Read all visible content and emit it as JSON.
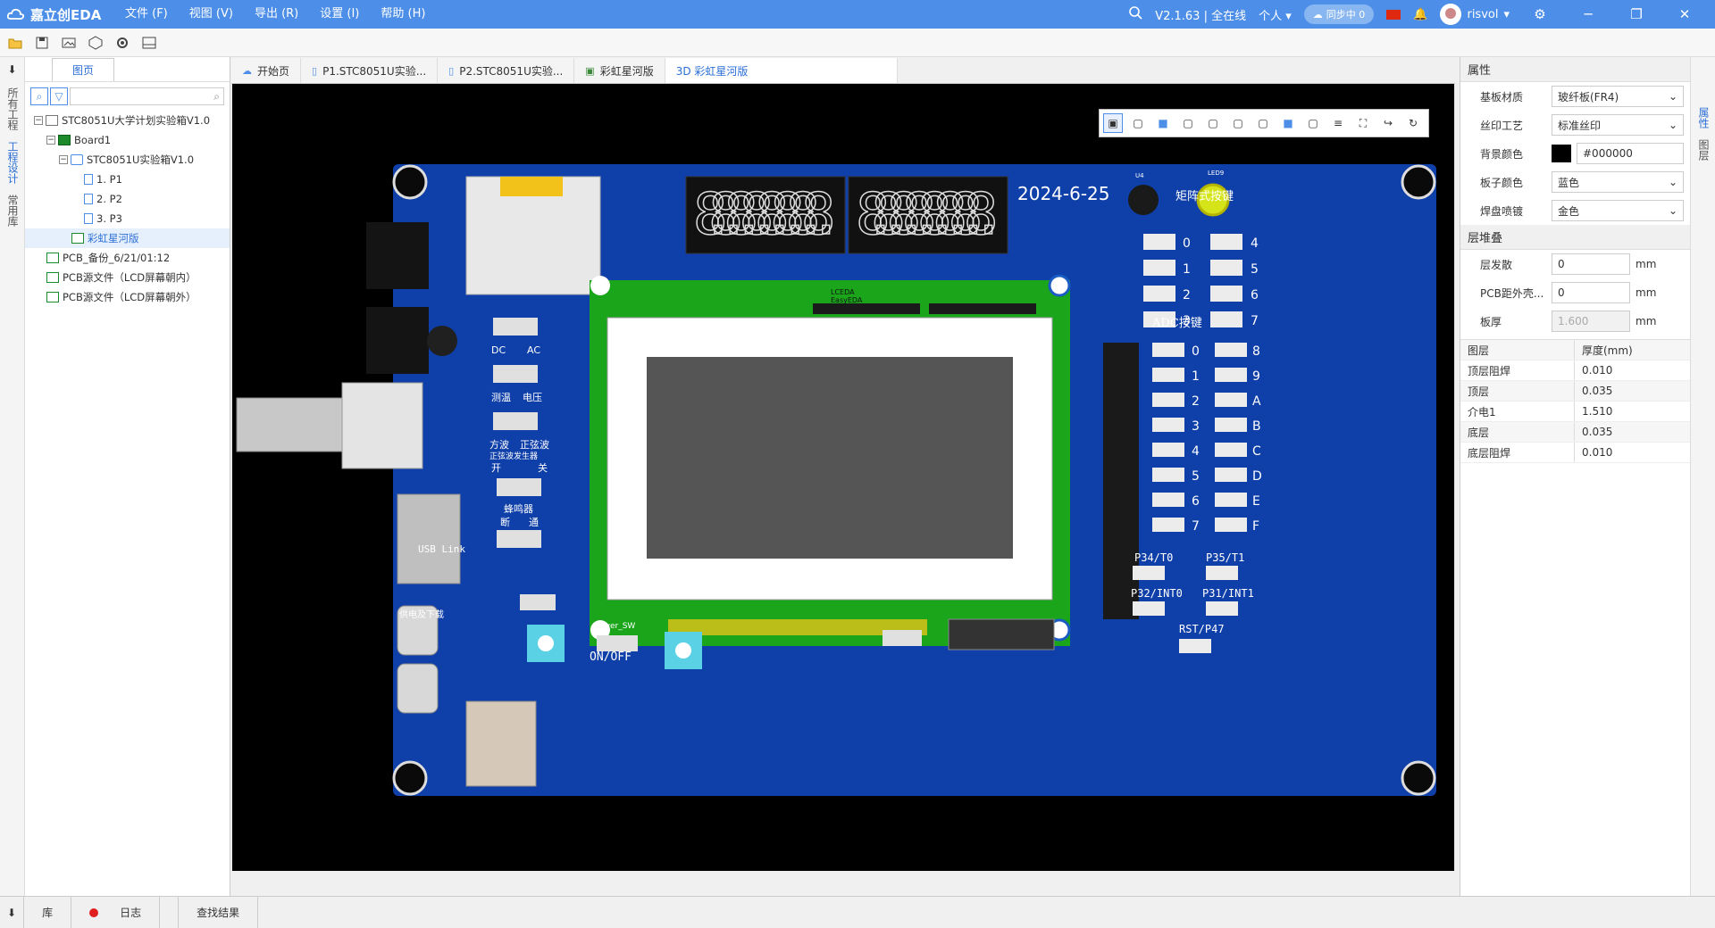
{
  "app": {
    "logo_text": "嘉立创EDA",
    "menus": [
      "文件 (F)",
      "视图 (V)",
      "导出 (R)",
      "设置 (I)",
      "帮助 (H)"
    ],
    "version": "V2.1.63 | 全在线",
    "workspace": "个人",
    "sync": "同步中 0",
    "username": "risvol"
  },
  "left_strip": [
    "所有工程",
    "工程设计",
    "常用库"
  ],
  "left_panel": {
    "tab": "图页",
    "tree": [
      {
        "label": "STC8051U大学计划实验箱V1.0",
        "icon": "project-icon",
        "level": 0
      },
      {
        "label": "Board1",
        "icon": "board-icon",
        "level": 1
      },
      {
        "label": "STC8051U实验箱V1.0",
        "icon": "schematic-icon",
        "level": 2
      },
      {
        "label": "1. P1",
        "icon": "page-icon",
        "level": 3
      },
      {
        "label": "2. P2",
        "icon": "page-icon",
        "level": 3
      },
      {
        "label": "3. P3",
        "icon": "page-icon",
        "level": 3
      },
      {
        "label": "彩虹星河版",
        "icon": "pcb-icon",
        "level": 2,
        "selected": true
      },
      {
        "label": "PCB_备份_6/21/01:12",
        "icon": "pcb-icon",
        "level": 1
      },
      {
        "label": "PCB源文件（LCD屏幕朝内）",
        "icon": "pcb-icon",
        "level": 1
      },
      {
        "label": "PCB源文件（LCD屏幕朝外）",
        "icon": "pcb-icon",
        "level": 1
      }
    ]
  },
  "tabs": [
    {
      "label": "开始页",
      "icon": "cloud"
    },
    {
      "label": "P1.STC8051U实验...",
      "icon": "doc"
    },
    {
      "label": "P2.STC8051U实验...",
      "icon": "doc"
    },
    {
      "label": "彩虹星河版",
      "icon": "pcb"
    },
    {
      "label": "3D 彩虹星河版",
      "icon": "3d",
      "active": true
    }
  ],
  "board": {
    "date": "2024-6-25",
    "segment_display": "8.8.8.8.8.8.8.8.",
    "labels": {
      "matrix_keys": "矩阵式按键",
      "adc_keys": "ADC按键",
      "power_sw": "Power_SW",
      "on_off": "ON/OFF",
      "usb_link": "USB Link",
      "supply": "供电及下载",
      "dc": "DC",
      "ac": "AC",
      "temp": "测温",
      "voltage": "电压",
      "square": "方波",
      "sine": "正弦波",
      "sine_gen": "正弦波发生器",
      "on": "开",
      "off": "关",
      "buzzer": "蜂鸣器",
      "cut": "断",
      "connect": "通",
      "p34": "P34/T0",
      "p35": "P35/T1",
      "p32": "P32/INT0",
      "p31": "P31/INT1",
      "rst": "RST/P47",
      "lceda": "LCEDA",
      "easyeda": "EasyEDA",
      "u4": "U4",
      "led9": "LED9"
    },
    "matrix_numbers_left": [
      "0",
      "1",
      "2",
      "3"
    ],
    "matrix_numbers_right": [
      "4",
      "5",
      "6",
      "7"
    ],
    "adc_left": [
      "0",
      "1",
      "2",
      "3",
      "4",
      "5",
      "6",
      "7"
    ],
    "adc_right": [
      "8",
      "9",
      "A",
      "B",
      "C",
      "D",
      "E",
      "F"
    ]
  },
  "properties": {
    "header": "属性",
    "rows": [
      {
        "label": "基板材质",
        "value": "玻纤板(FR4)",
        "type": "select"
      },
      {
        "label": "丝印工艺",
        "value": "标准丝印",
        "type": "select"
      },
      {
        "label": "背景颜色",
        "value": "#000000",
        "type": "color"
      },
      {
        "label": "板子颜色",
        "value": "蓝色",
        "type": "select"
      },
      {
        "label": "焊盘喷镀",
        "value": "金色",
        "type": "select"
      }
    ],
    "stack_header": "层堆叠",
    "stack_rows": [
      {
        "label": "层发散",
        "value": "0",
        "unit": "mm"
      },
      {
        "label": "PCB距外壳...",
        "value": "0",
        "unit": "mm"
      },
      {
        "label": "板厚",
        "value": "1.600",
        "unit": "mm",
        "disabled": true
      }
    ],
    "layer_table_headers": [
      "图层",
      "厚度(mm)"
    ],
    "layers": [
      {
        "name": "顶层阻焊",
        "thickness": "0.010"
      },
      {
        "name": "顶层",
        "thickness": "0.035"
      },
      {
        "name": "介电1",
        "thickness": "1.510"
      },
      {
        "name": "底层",
        "thickness": "0.035"
      },
      {
        "name": "底层阻焊",
        "thickness": "0.010"
      }
    ]
  },
  "right_strip": [
    "属性",
    "图层"
  ],
  "status": [
    "库",
    "日志",
    "查找结果"
  ],
  "colors": {
    "accent": "#4d8fe8",
    "board": "#0f3fa8",
    "lcd_frame": "#1aa51a"
  }
}
